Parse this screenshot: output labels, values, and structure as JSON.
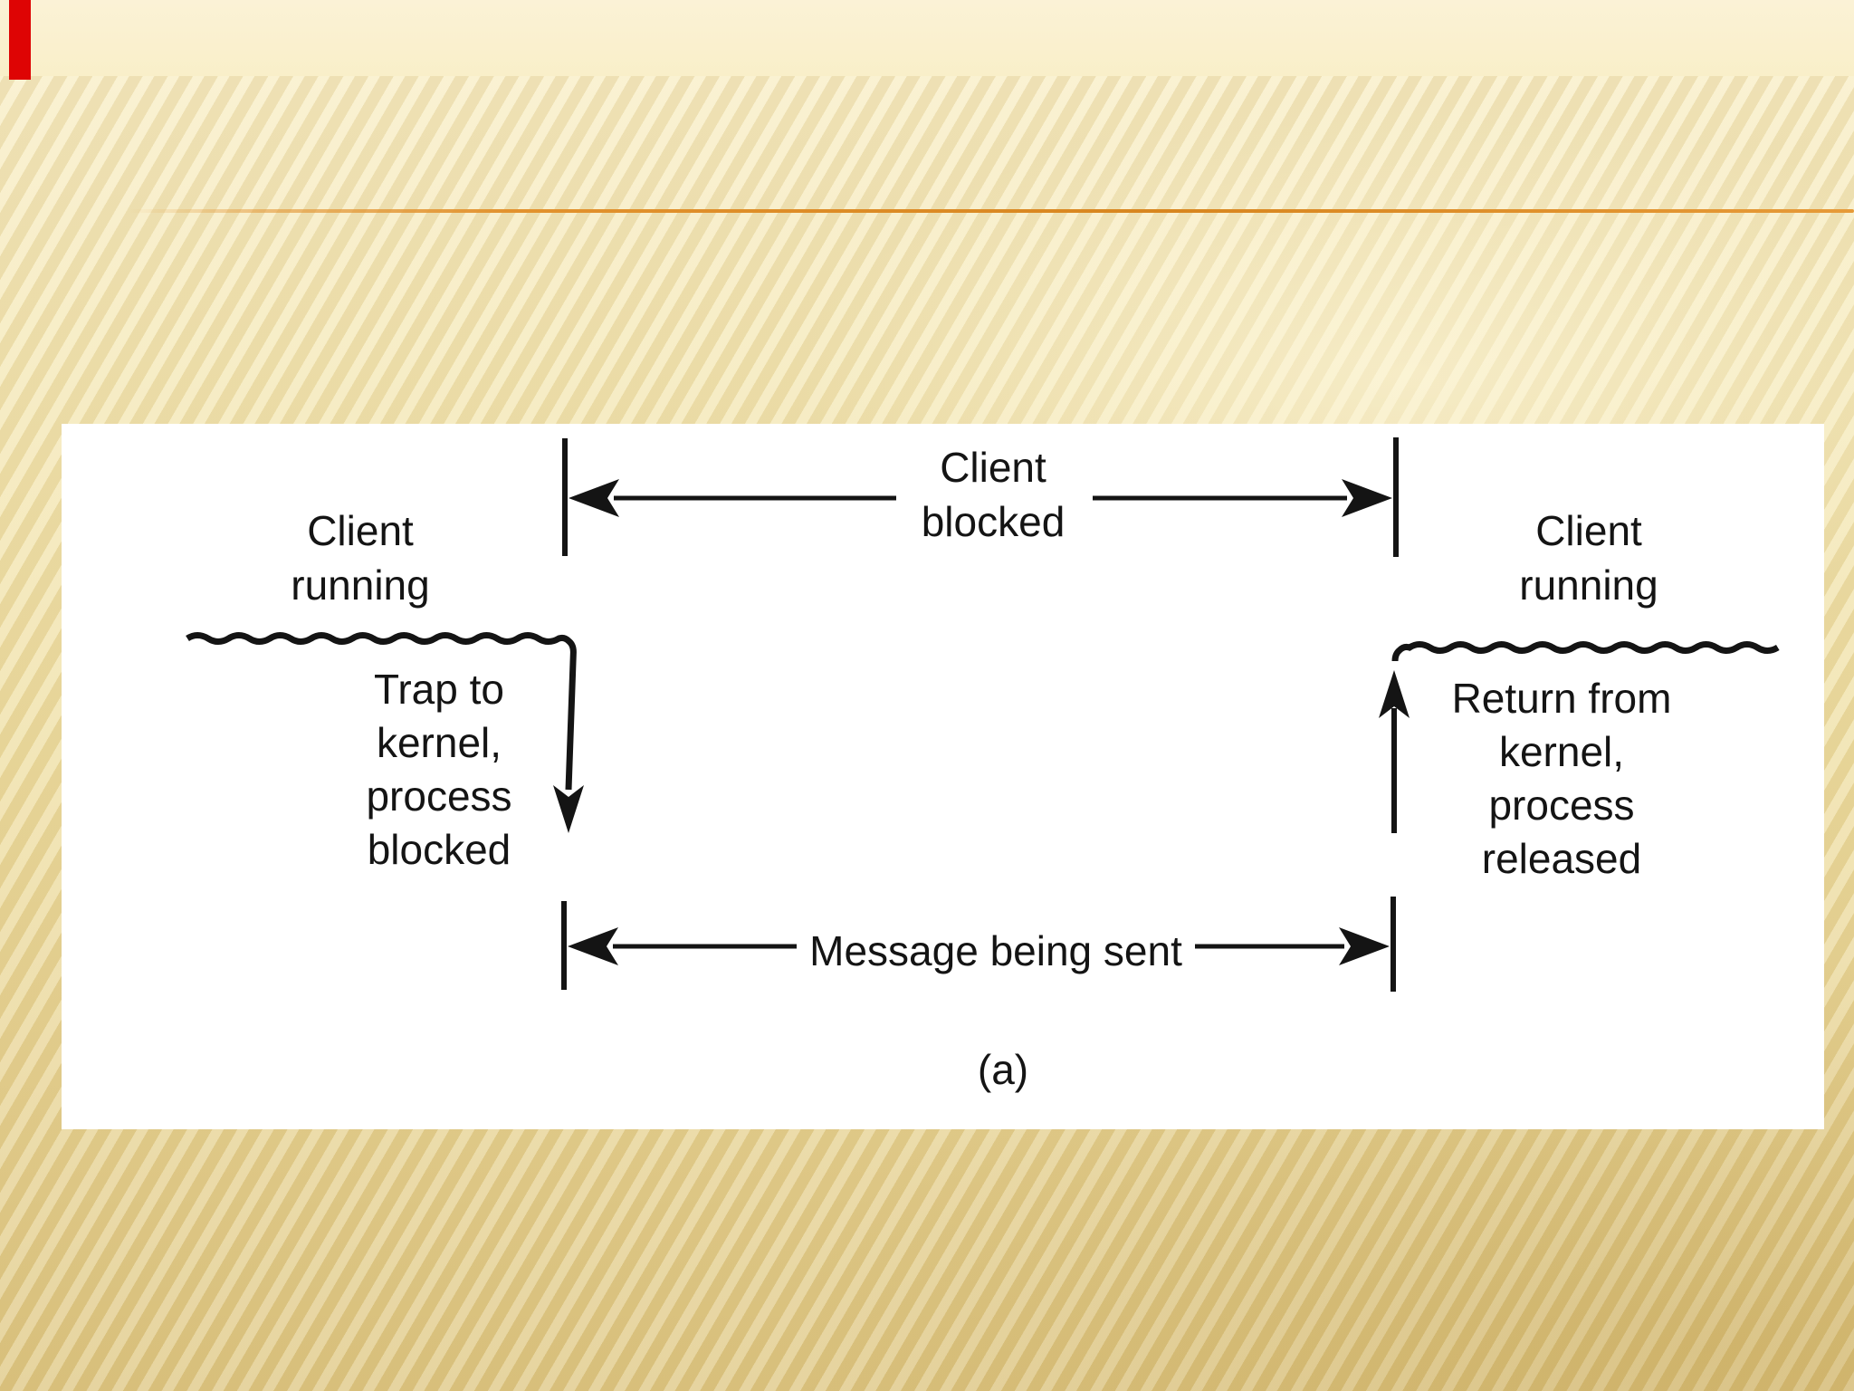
{
  "slide": {
    "background_base_color": "#F2E4AC",
    "top_band_color": "#FAF1D2",
    "accent_stripe_color": "#DE0404",
    "rule_color": "#E2922E"
  },
  "figure": {
    "panel_background": "#FFFFFF",
    "ink_color": "#141414",
    "labels": {
      "client_running_left": {
        "lines": [
          "Client",
          "running"
        ]
      },
      "client_blocked": {
        "lines": [
          "Client",
          "blocked"
        ]
      },
      "trap_to_kernel": {
        "lines": [
          "Trap to",
          "kernel,",
          "process",
          "blocked"
        ]
      },
      "message_being_sent": {
        "lines": [
          "Message being sent"
        ]
      },
      "client_running_right": {
        "lines": [
          "Client",
          "running"
        ]
      },
      "return_from_kernel": {
        "lines": [
          "Return from",
          "kernel,",
          "process",
          "released"
        ]
      },
      "caption": {
        "lines": [
          "(a)"
        ]
      }
    }
  }
}
